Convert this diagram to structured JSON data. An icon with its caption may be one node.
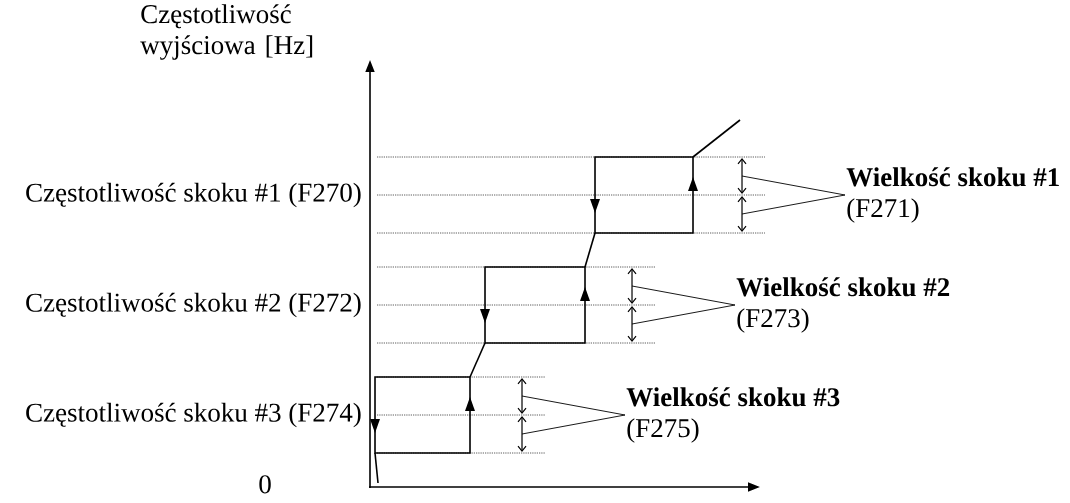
{
  "diagram": {
    "nodes": [
      {
        "text": [
          "Wielkość skoku #1",
          "(F271)"
        ]
      },
      {
        "text": [
          "Wielkość skoku #2",
          "(F273)"
        ]
      },
      {
        "text": [
          "Wielkość skoku #3",
          "(F275)"
        ]
      }
    ],
    "edges": [
      {
        "from": 0,
        "to": null,
        "arrow": "none"
      },
      {
        "from": 0,
        "to": null,
        "arrow": "none"
      },
      {
        "from": 1,
        "to": null,
        "arrow": "none"
      },
      {
        "from": 1,
        "to": null,
        "arrow": "none"
      },
      {
        "from": 2,
        "to": null,
        "arrow": "none"
      },
      {
        "from": 2,
        "to": null,
        "arrow": "none"
      }
    ],
    "labels": [
      "Częstotliwość wyjściowa [Hz]",
      "Częstotliwość skoku #1 (F270)",
      "Częstotliwość skoku #2 (F272)",
      "Częstotliwość skoku #3 (F274)",
      "0"
    ]
  }
}
